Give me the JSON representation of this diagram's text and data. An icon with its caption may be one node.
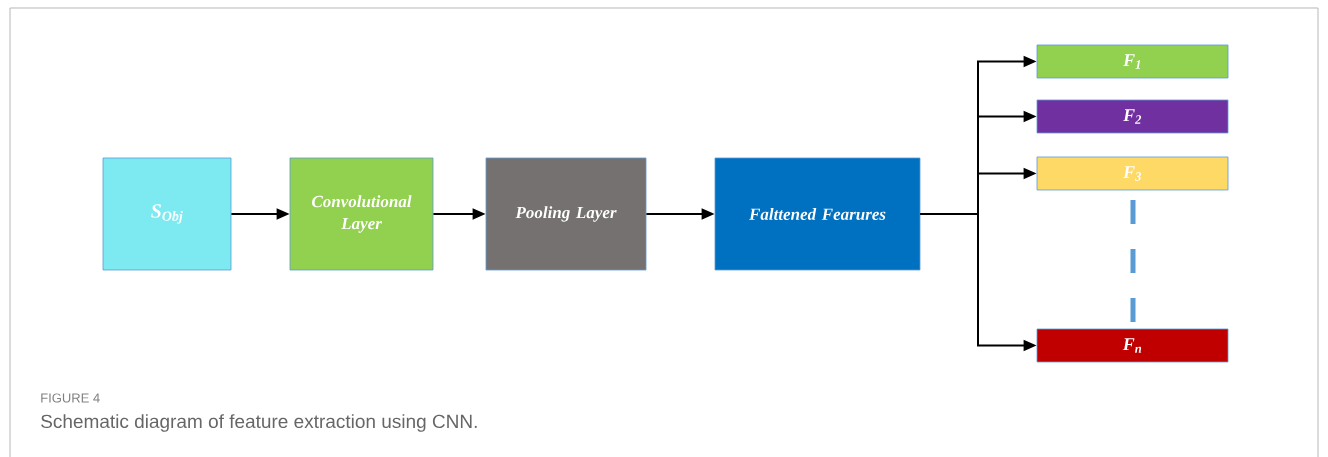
{
  "diagram": {
    "caption": "Schematic diagram of feature extraction using CNN.",
    "nodes": [
      {
        "text": [
          "S$_{Obj}$"
        ]
      },
      {
        "text": [
          "Convolutional Layer"
        ]
      },
      {
        "text": [
          "Pooling Layer"
        ]
      },
      {
        "text": [
          "Falttened Fearures"
        ]
      },
      {
        "text": [
          "F$_{1}$"
        ]
      },
      {
        "text": [
          "F$_{2}$"
        ]
      },
      {
        "text": [
          "F$_{3}$"
        ]
      },
      {
        "text": [
          "F$_{n}$"
        ]
      }
    ],
    "edges": [
      {
        "from": 0,
        "to": 1,
        "arrow": "to"
      },
      {
        "from": 1,
        "to": 2,
        "arrow": "to"
      },
      {
        "from": 2,
        "to": 3,
        "arrow": "to"
      },
      {
        "from": 3,
        "to": 4,
        "arrow": "to"
      },
      {
        "from": 3,
        "to": 5,
        "arrow": "to"
      },
      {
        "from": 3,
        "to": 6,
        "arrow": "to"
      },
      {
        "from": 3,
        "to": 7,
        "arrow": "to"
      }
    ],
    "labels": [
      "FIGURE 4"
    ]
  }
}
